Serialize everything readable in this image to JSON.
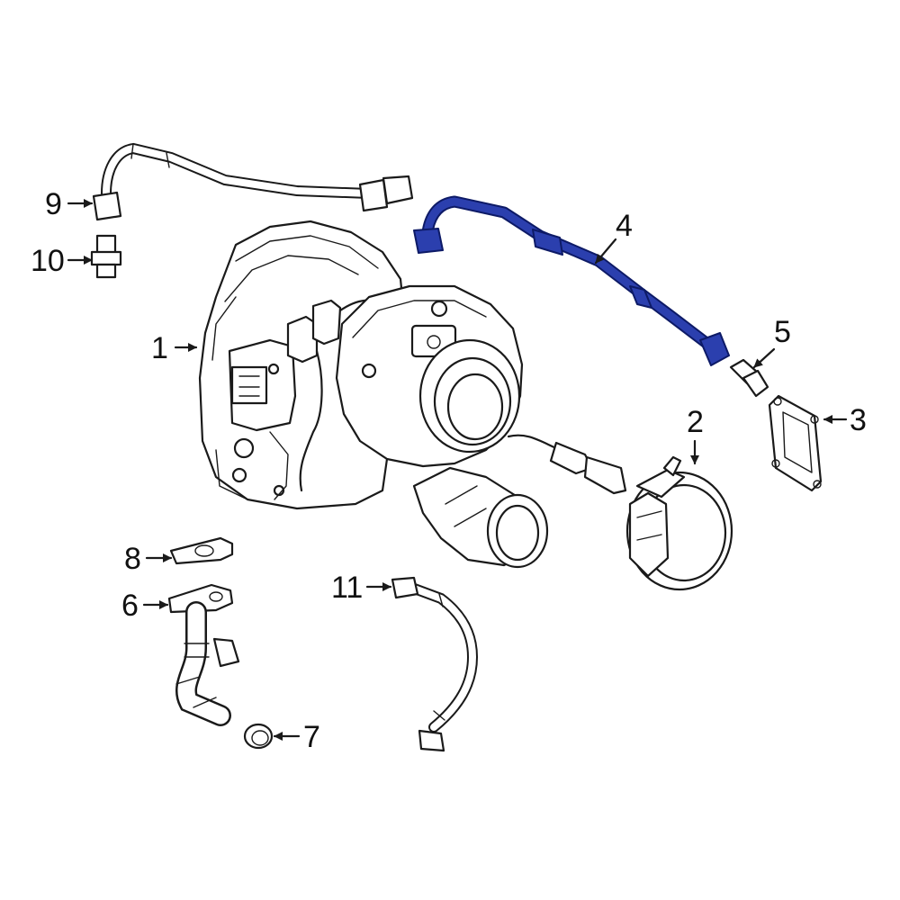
{
  "highlight_color": "#2b3fae",
  "line_color": "#1a1a1a",
  "callouts": [
    {
      "id": "1",
      "text": "1"
    },
    {
      "id": "2",
      "text": "2"
    },
    {
      "id": "3",
      "text": "3"
    },
    {
      "id": "4",
      "text": "4"
    },
    {
      "id": "5",
      "text": "5"
    },
    {
      "id": "6",
      "text": "6"
    },
    {
      "id": "7",
      "text": "7"
    },
    {
      "id": "8",
      "text": "8"
    },
    {
      "id": "9",
      "text": "9"
    },
    {
      "id": "10",
      "text": "10"
    },
    {
      "id": "11",
      "text": "11"
    }
  ]
}
